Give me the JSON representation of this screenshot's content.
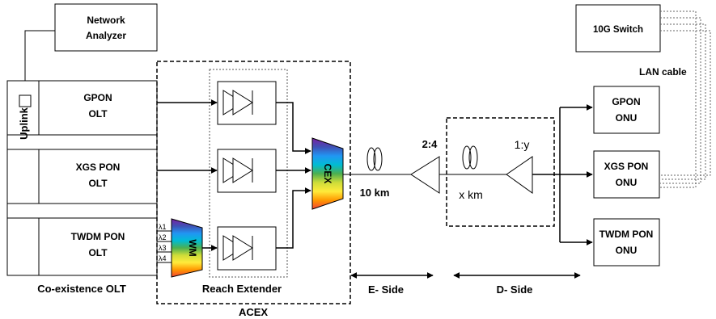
{
  "colors": {
    "line": "#000000",
    "spectrum": [
      "#7b1fa2",
      "#3f51b5",
      "#2196f3",
      "#00bcd4",
      "#4caf50",
      "#cddc39",
      "#ffeb3b",
      "#ff9800",
      "#f44336"
    ]
  },
  "network_analyzer": {
    "line1": "Network",
    "line2": "Analyzer"
  },
  "switch": {
    "label": "10G Switch"
  },
  "lan_cable": {
    "label": "LAN cable"
  },
  "uplink": {
    "label": "Uplink"
  },
  "olts": [
    {
      "line1": "GPON",
      "line2": "OLT"
    },
    {
      "line1": "XGS PON",
      "line2": "OLT"
    },
    {
      "line1": "TWDM PON",
      "line2": "OLT"
    }
  ],
  "coexistence_olt": {
    "label": "Co-existence OLT"
  },
  "wavelengths": [
    "λ1",
    "λ2",
    "λ3",
    "λ4"
  ],
  "wm": {
    "label": "WM"
  },
  "cex": {
    "label": "CEX"
  },
  "reach_extender": {
    "label": "Reach Extender"
  },
  "acex": {
    "label": "ACEX"
  },
  "fiber1": {
    "label": "10 km"
  },
  "splitter1": {
    "label": "2:4"
  },
  "fiber2": {
    "label": "x km"
  },
  "splitter2": {
    "label": "1:y"
  },
  "onus": [
    {
      "line1": "GPON",
      "line2": "ONU"
    },
    {
      "line1": "XGS PON",
      "line2": "ONU"
    },
    {
      "line1": "TWDM PON",
      "line2": "ONU"
    }
  ],
  "e_side": {
    "label": "E- Side"
  },
  "d_side": {
    "label": "D- Side"
  }
}
